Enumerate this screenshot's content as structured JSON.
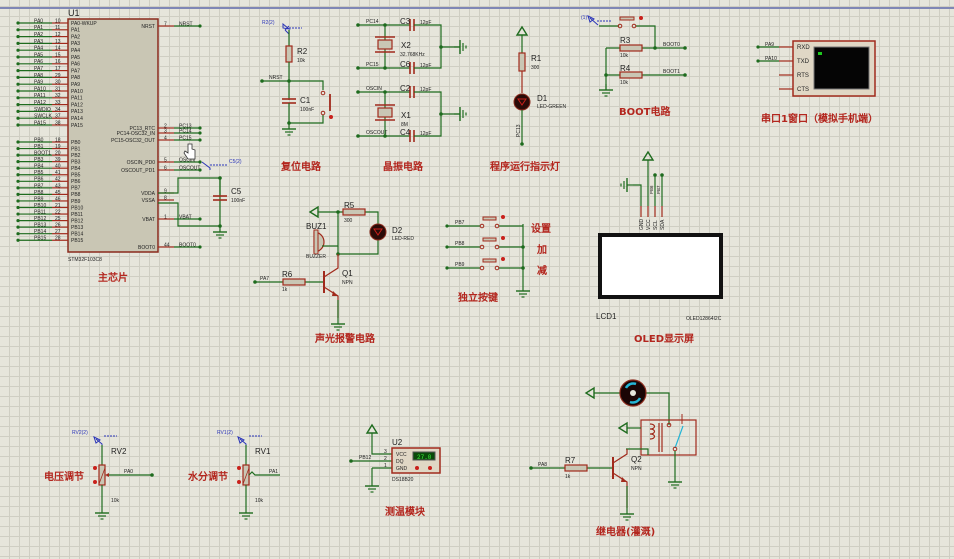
{
  "colors": {
    "wire": "#1e6b1e",
    "pin": "#a12a1c",
    "component_fill": "#c9c6b4",
    "label_red": "#b3261e",
    "probe": "#2b35b8",
    "grid_bg": "#e6e5db"
  },
  "mcu": {
    "ref": "U1",
    "part": "STM32F103C8",
    "title": "主芯片",
    "left_pins": [
      {
        "net": "PA0",
        "num": "10",
        "name": "PA0-WKUP"
      },
      {
        "net": "PA1",
        "num": "11",
        "name": "PA1"
      },
      {
        "net": "PA2",
        "num": "12",
        "name": "PA2"
      },
      {
        "net": "PA3",
        "num": "13",
        "name": "PA3"
      },
      {
        "net": "PA4",
        "num": "14",
        "name": "PA4"
      },
      {
        "net": "PA5",
        "num": "15",
        "name": "PA5"
      },
      {
        "net": "PA6",
        "num": "16",
        "name": "PA6"
      },
      {
        "net": "PA7",
        "num": "17",
        "name": "PA7"
      },
      {
        "net": "PA8",
        "num": "29",
        "name": "PA8"
      },
      {
        "net": "PA9",
        "num": "30",
        "name": "PA9"
      },
      {
        "net": "PA10",
        "num": "31",
        "name": "PA10"
      },
      {
        "net": "PA11",
        "num": "32",
        "name": "PA11"
      },
      {
        "net": "PA12",
        "num": "33",
        "name": "PA12"
      },
      {
        "net": "SWDIO",
        "num": "34",
        "name": "PA13"
      },
      {
        "net": "SWCLK",
        "num": "37",
        "name": "PA14"
      },
      {
        "net": "PA15",
        "num": "38",
        "name": "PA15"
      },
      {
        "net": "PB0",
        "num": "18",
        "name": "PB0"
      },
      {
        "net": "PB1",
        "num": "19",
        "name": "PB1"
      },
      {
        "net": "BOOT1",
        "num": "20",
        "name": "PB2"
      },
      {
        "net": "PB3",
        "num": "39",
        "name": "PB3"
      },
      {
        "net": "PB4",
        "num": "40",
        "name": "PB4"
      },
      {
        "net": "PB5",
        "num": "41",
        "name": "PB5"
      },
      {
        "net": "PB6",
        "num": "42",
        "name": "PB6"
      },
      {
        "net": "PB7",
        "num": "43",
        "name": "PB7"
      },
      {
        "net": "PB8",
        "num": "45",
        "name": "PB8"
      },
      {
        "net": "PB9",
        "num": "46",
        "name": "PB9"
      },
      {
        "net": "PB10",
        "num": "21",
        "name": "PB10"
      },
      {
        "net": "PB11",
        "num": "22",
        "name": "PB11"
      },
      {
        "net": "PB12",
        "num": "25",
        "name": "PB12"
      },
      {
        "net": "PB13",
        "num": "26",
        "name": "PB13"
      },
      {
        "net": "PB14",
        "num": "27",
        "name": "PB14"
      },
      {
        "net": "PB15",
        "num": "28",
        "name": "PB15"
      }
    ],
    "right_pins": [
      {
        "net": "NRST",
        "num": "7",
        "name": "NRST"
      },
      {
        "net": "PC13",
        "num": "2",
        "name": "PC13_RTC"
      },
      {
        "net": "PC14",
        "num": "3",
        "name": "PC14-OSC32_IN"
      },
      {
        "net": "PC15",
        "num": "4",
        "name": "PC15-OSC32_OUT"
      },
      {
        "net": "OSCIN",
        "num": "5",
        "name": "OSCIN_PD0"
      },
      {
        "net": "OSCOUT",
        "num": "6",
        "name": "OSCOUT_PD1"
      },
      {
        "net": "",
        "num": "9",
        "name": "VDDA"
      },
      {
        "net": "",
        "num": "8",
        "name": "VSSA"
      },
      {
        "net": "VBAT",
        "num": "1",
        "name": "VBAT"
      },
      {
        "net": "BOOT0",
        "num": "44",
        "name": "BOOT0"
      }
    ],
    "c5": {
      "ref": "C5",
      "value": "100nF",
      "probe": "C5(2)"
    }
  },
  "reset": {
    "title": "复位电路",
    "probe": "R2(2)",
    "r_ref": "R2",
    "r_val": "10k",
    "c_ref": "C1",
    "c_val": "100nF",
    "net": "NRST"
  },
  "crystal": {
    "title": "晶振电路",
    "x2": {
      "ref": "X2",
      "val": "32.768KHz",
      "net_a": "PC14",
      "net_b": "PC15"
    },
    "x1": {
      "ref": "X1",
      "val": "8M",
      "net_a": "OSCIN",
      "net_b": "OSCOUT"
    },
    "caps": [
      {
        "ref": "C3",
        "val": "12pF"
      },
      {
        "ref": "C6",
        "val": "12pF"
      },
      {
        "ref": "C2",
        "val": "12pF"
      },
      {
        "ref": "C4",
        "val": "12pF"
      }
    ]
  },
  "led": {
    "title": "程序运行指示灯",
    "r_ref": "R1",
    "r_val": "300",
    "d_ref": "D1",
    "d_val": "LED-GREEN",
    "net": "PC13"
  },
  "boot": {
    "title": "BOOT电路",
    "probe": "(1)",
    "r3": {
      "ref": "R3",
      "val": "10k",
      "net": "BOOT0"
    },
    "r4": {
      "ref": "R4",
      "val": "10k",
      "net": "BOOT1"
    }
  },
  "uart": {
    "title": "串口1窗口（模拟手机端）",
    "pins": [
      {
        "net": "PA9",
        "name": "RXD"
      },
      {
        "net": "PA10",
        "name": "TXD"
      },
      {
        "net": "",
        "name": "RTS"
      },
      {
        "net": "",
        "name": "CTS"
      }
    ]
  },
  "oled": {
    "title": "OLED显示屏",
    "ref": "LCD1",
    "part": "OLED12864I2C",
    "pins": [
      "GND",
      "VCC",
      "SCL",
      "SDA"
    ],
    "nets": [
      "PB6",
      "PB7"
    ]
  },
  "alarm": {
    "title": "声光报警电路",
    "buz_ref": "BUZ1",
    "buz_val": "BUZZER",
    "r5_ref": "R5",
    "r5_val": "300",
    "d2_ref": "D2",
    "d2_val": "LED-RED",
    "r6_ref": "R6",
    "r6_val": "1k",
    "q_ref": "Q1",
    "q_val": "NPN",
    "net": "PA7"
  },
  "keys": {
    "title": "独立按键",
    "items": [
      {
        "net": "PB7",
        "label": "设置"
      },
      {
        "net": "PB8",
        "label": "加"
      },
      {
        "net": "PB9",
        "label": "减"
      }
    ]
  },
  "voltage": {
    "title": "电压调节",
    "ref": "RV2",
    "val": "10k",
    "probe": "RV2(2)",
    "net": "PA0"
  },
  "moisture": {
    "title": "水分调节",
    "ref": "RV1",
    "val": "10k",
    "probe": "RV1(2)",
    "net": "PA1"
  },
  "temp": {
    "title": "测温模块",
    "ref": "U2",
    "part": "DS18B20",
    "display": "27.0",
    "net": "PB12",
    "pins": [
      {
        "num": "3",
        "name": "VCC"
      },
      {
        "num": "2",
        "name": "DQ"
      },
      {
        "num": "1",
        "name": "GND"
      }
    ]
  },
  "relay": {
    "title": "继电器(灌溉)",
    "r_ref": "R7",
    "r_val": "1k",
    "q_ref": "Q2",
    "q_val": "NPN",
    "net": "PA8"
  }
}
